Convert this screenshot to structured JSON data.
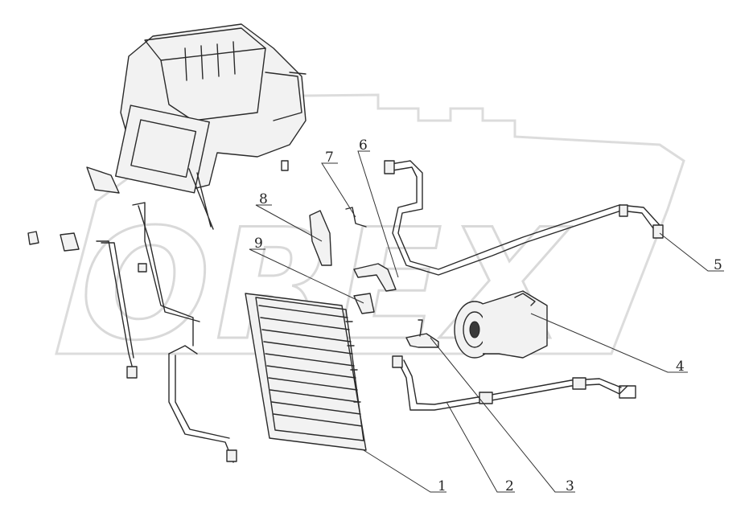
{
  "diagram": {
    "callouts": [
      "1",
      "2",
      "3",
      "4",
      "5",
      "6",
      "7",
      "8",
      "9"
    ],
    "watermark": "OREX"
  }
}
